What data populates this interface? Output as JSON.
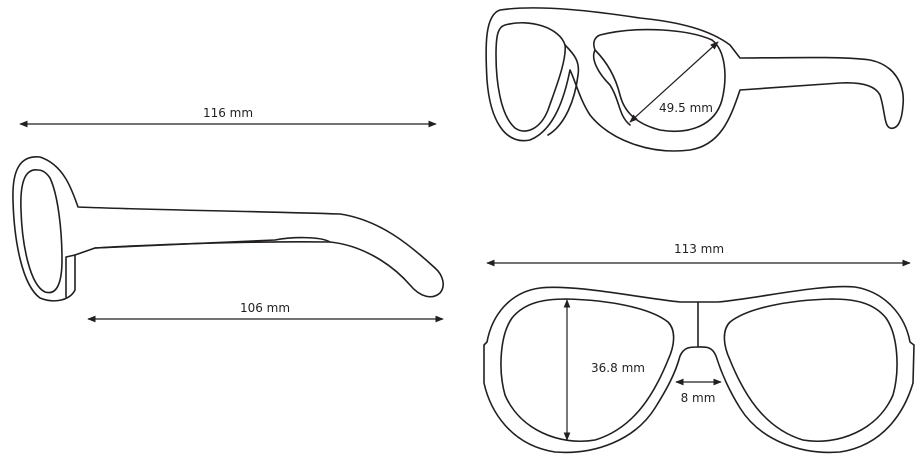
{
  "dimensions": {
    "side_total_length": "116 mm",
    "temple_length": "106 mm",
    "lens_width": "49.5 mm",
    "frame_width": "113 mm",
    "lens_height": "36.8 mm",
    "bridge_width": "8 mm"
  },
  "colors": {
    "line": "#231f20",
    "background": "#ffffff"
  }
}
